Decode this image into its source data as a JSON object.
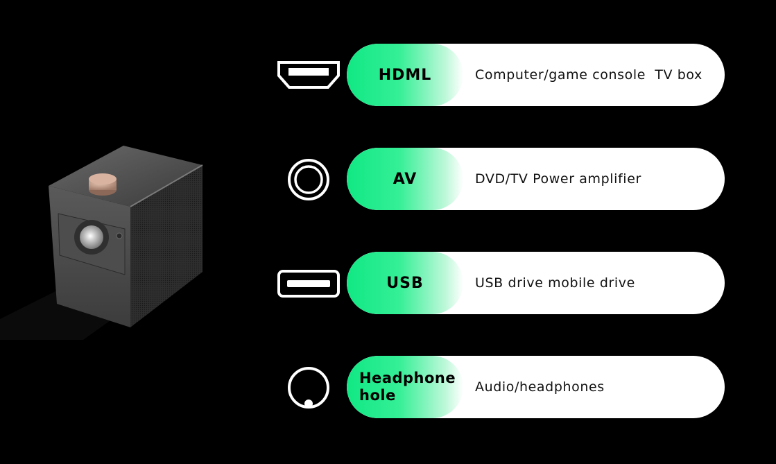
{
  "ports": [
    {
      "icon": "hdmi-port-icon",
      "name": "HDML",
      "description": "Computer/game console  TV box"
    },
    {
      "icon": "av-port-icon",
      "name": "AV",
      "description": "DVD/TV Power amplifier"
    },
    {
      "icon": "usb-port-icon",
      "name": "USB",
      "description": "USB drive mobile drive"
    },
    {
      "icon": "headphone-port-icon",
      "name_line1": "Headphone",
      "name_line2": "hole",
      "description": "Audio/headphones"
    }
  ],
  "colors": {
    "background": "#000000",
    "accent_green": "#10e884",
    "pill": "#ffffff"
  }
}
